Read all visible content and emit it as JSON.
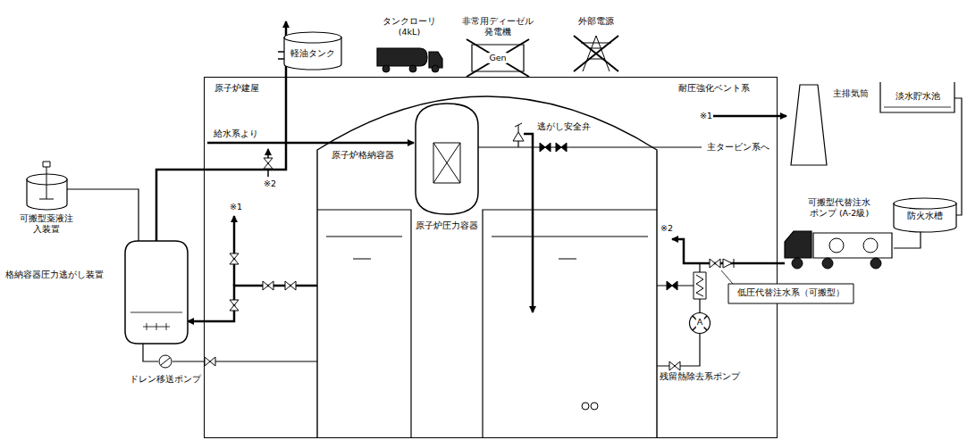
{
  "diagram": {
    "nodes": [
      {
        "text": [
          "原子炉建屋"
        ]
      },
      {
        "text": [
          "原子炉格納容器"
        ],
        "in": 0
      },
      {
        "text": [
          "原子炉圧力容器"
        ],
        "in": 1
      },
      {
        "text": [
          "軽油タンク"
        ]
      },
      {
        "text": [
          "タンクローリ (4kL)"
        ]
      },
      {
        "text": [
          "非常用ディーゼル発電機",
          "Gen"
        ]
      },
      {
        "text": [
          "外部電源"
        ]
      },
      {
        "text": [
          "主排気筒"
        ]
      },
      {
        "text": [
          "淡水貯水池"
        ]
      },
      {
        "text": [
          "防火水槽"
        ]
      },
      {
        "text": [
          "可搬型代替注水ポンプ (A-2級)"
        ]
      },
      {
        "text": [
          "低圧代替注水系（可搬型）"
        ]
      },
      {
        "text": [
          "格納容器圧力逃がし装置"
        ]
      },
      {
        "text": [
          "可搬型薬液注入装置"
        ]
      },
      {
        "text": [
          "ドレン移送ポンプ"
        ]
      },
      {
        "text": [
          "残留熱除去系ポンプ",
          "A"
        ],
        "in": 0
      }
    ],
    "edges": [
      {
        "from": 8,
        "to": 9,
        "arrow": "none"
      },
      {
        "from": 9,
        "to": 10,
        "arrow": "none"
      },
      {
        "from": 1,
        "to": 12,
        "arrow": "to"
      },
      {
        "from": 13,
        "to": 12,
        "arrow": "none"
      },
      {
        "from": 12,
        "to": 14,
        "arrow": "none"
      },
      {
        "from": 14,
        "to": 1,
        "arrow": "none"
      }
    ],
    "labels": [
      "給水系より",
      "※2",
      "※1",
      "逃がし安全弁",
      "主タービン系へ",
      "耐圧強化ベント系",
      "※1",
      "※2"
    ]
  }
}
